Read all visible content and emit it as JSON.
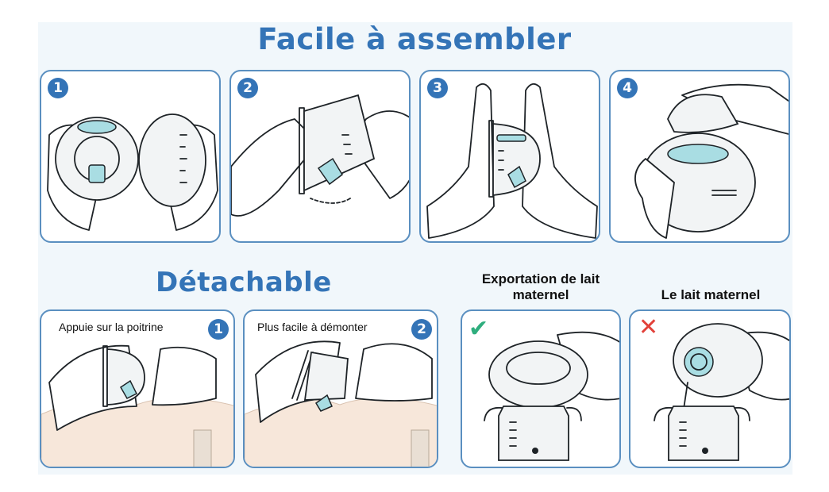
{
  "headings": {
    "assemble": "Facile à assembler",
    "detach": "Détachable"
  },
  "assemble_steps": [
    {
      "number": "1"
    },
    {
      "number": "2"
    },
    {
      "number": "3"
    },
    {
      "number": "4"
    }
  ],
  "detach_steps": [
    {
      "number": "1",
      "caption": "Appuie sur la poitrine"
    },
    {
      "number": "2",
      "caption": "Plus facile à démonter"
    }
  ],
  "comparison": {
    "good": {
      "label": "Exportation de lait maternel",
      "icon": "check-icon",
      "color": "#2fae7e"
    },
    "bad": {
      "label": "Le lait maternel",
      "icon": "cross-icon",
      "color": "#e2413a"
    }
  },
  "colors": {
    "accent": "#3474b7",
    "panel_border": "#5a8fc0",
    "teal": "#a9dde3",
    "background": "#f1f7fb"
  }
}
